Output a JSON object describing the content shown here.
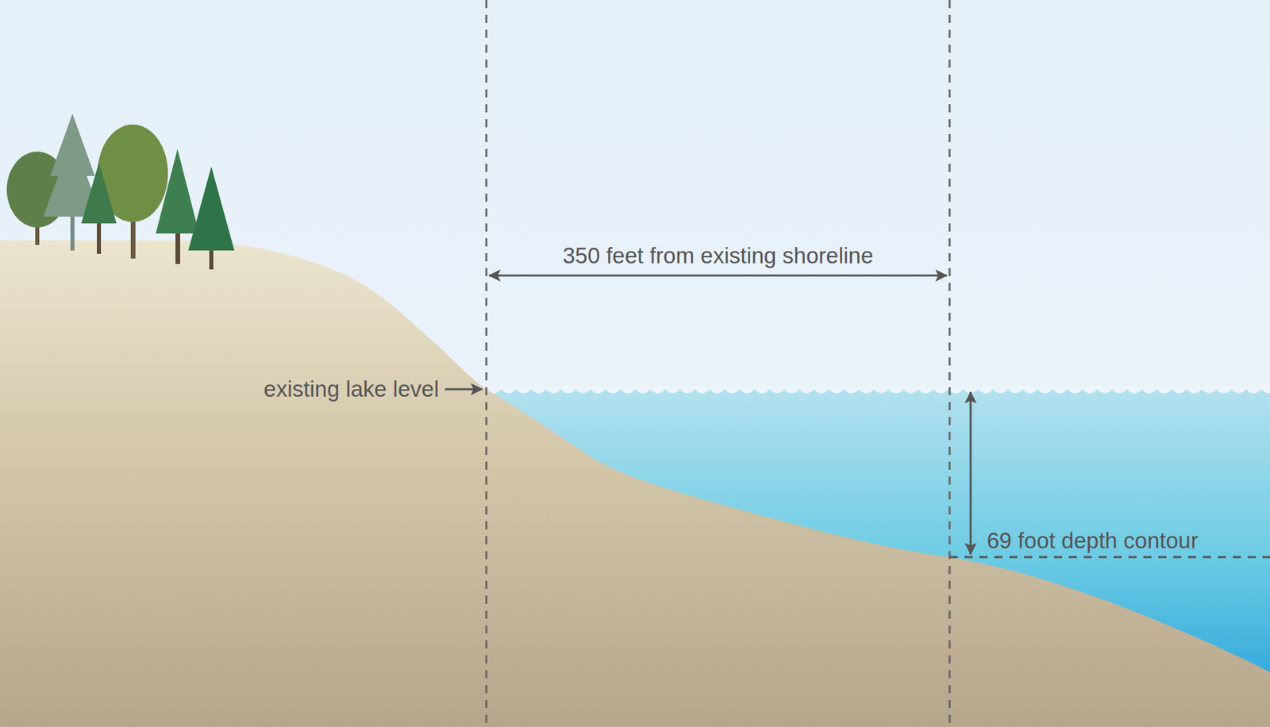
{
  "diagram": {
    "labels": [
      "350 feet from existing shoreline",
      "existing lake level",
      "69 foot depth contour"
    ]
  }
}
